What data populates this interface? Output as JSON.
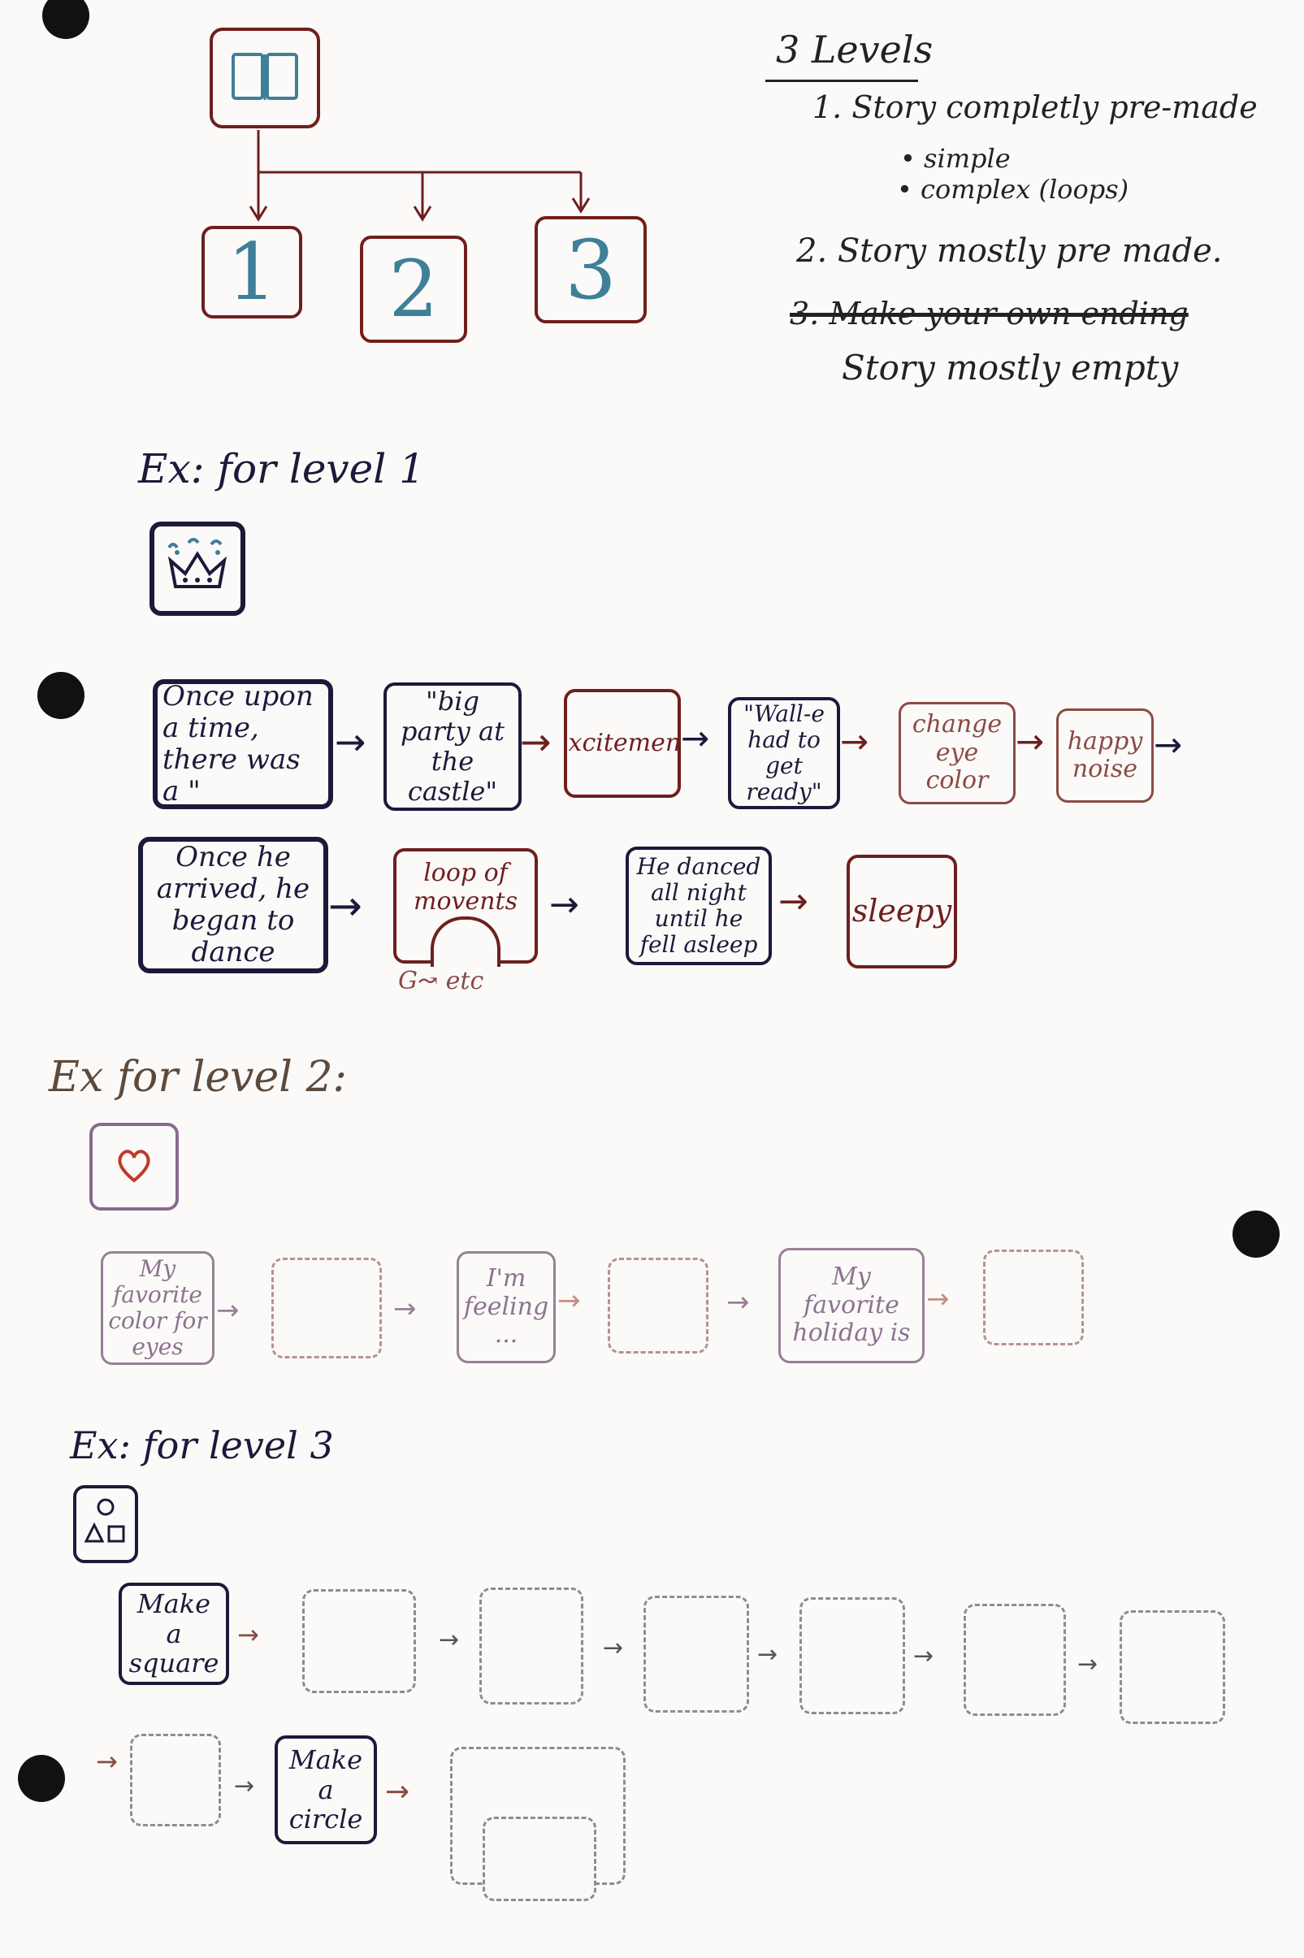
{
  "levels_note": {
    "title": "3 Levels",
    "item1": "1. Story completly pre-made",
    "item1_sub1": "• simple",
    "item1_sub2": "• complex (loops)",
    "item2": "2. Story mostly pre made.",
    "item3_struck": "3. Make your own ending",
    "item3": "Story mostly empty"
  },
  "top_diagram": {
    "root_icon": "book-icon",
    "children": [
      "1",
      "2",
      "3"
    ]
  },
  "level1": {
    "heading": "Ex: for level 1",
    "icon": "crown-icon",
    "row1": [
      "Once upon a time, there was a \"",
      "\"big party at the castle\"",
      "excitement",
      "\"Wall-e had to get ready\"",
      "change eye color",
      "happy noise"
    ],
    "row2": [
      "Once he arrived, he began to dance",
      "loop of movents",
      "He danced all night until he fell asleep",
      "sleepy"
    ],
    "loop_note": "G↝ etc"
  },
  "level2": {
    "heading": "Ex for level 2:",
    "icon": "heart-icon",
    "boxes": [
      "My favorite color for eyes",
      "",
      "I'm feeling ...",
      "",
      "My favorite holiday is",
      ""
    ]
  },
  "level3": {
    "heading": "Ex: for level 3",
    "icon": "shapes-icon",
    "row1_first": "Make a square",
    "row2_middle": "Make a circle"
  },
  "colors": {
    "navy": "#1c1a3a",
    "maroon": "#6e1f1f",
    "lavender": "#9a7f99",
    "teal": "#3f7f98"
  }
}
